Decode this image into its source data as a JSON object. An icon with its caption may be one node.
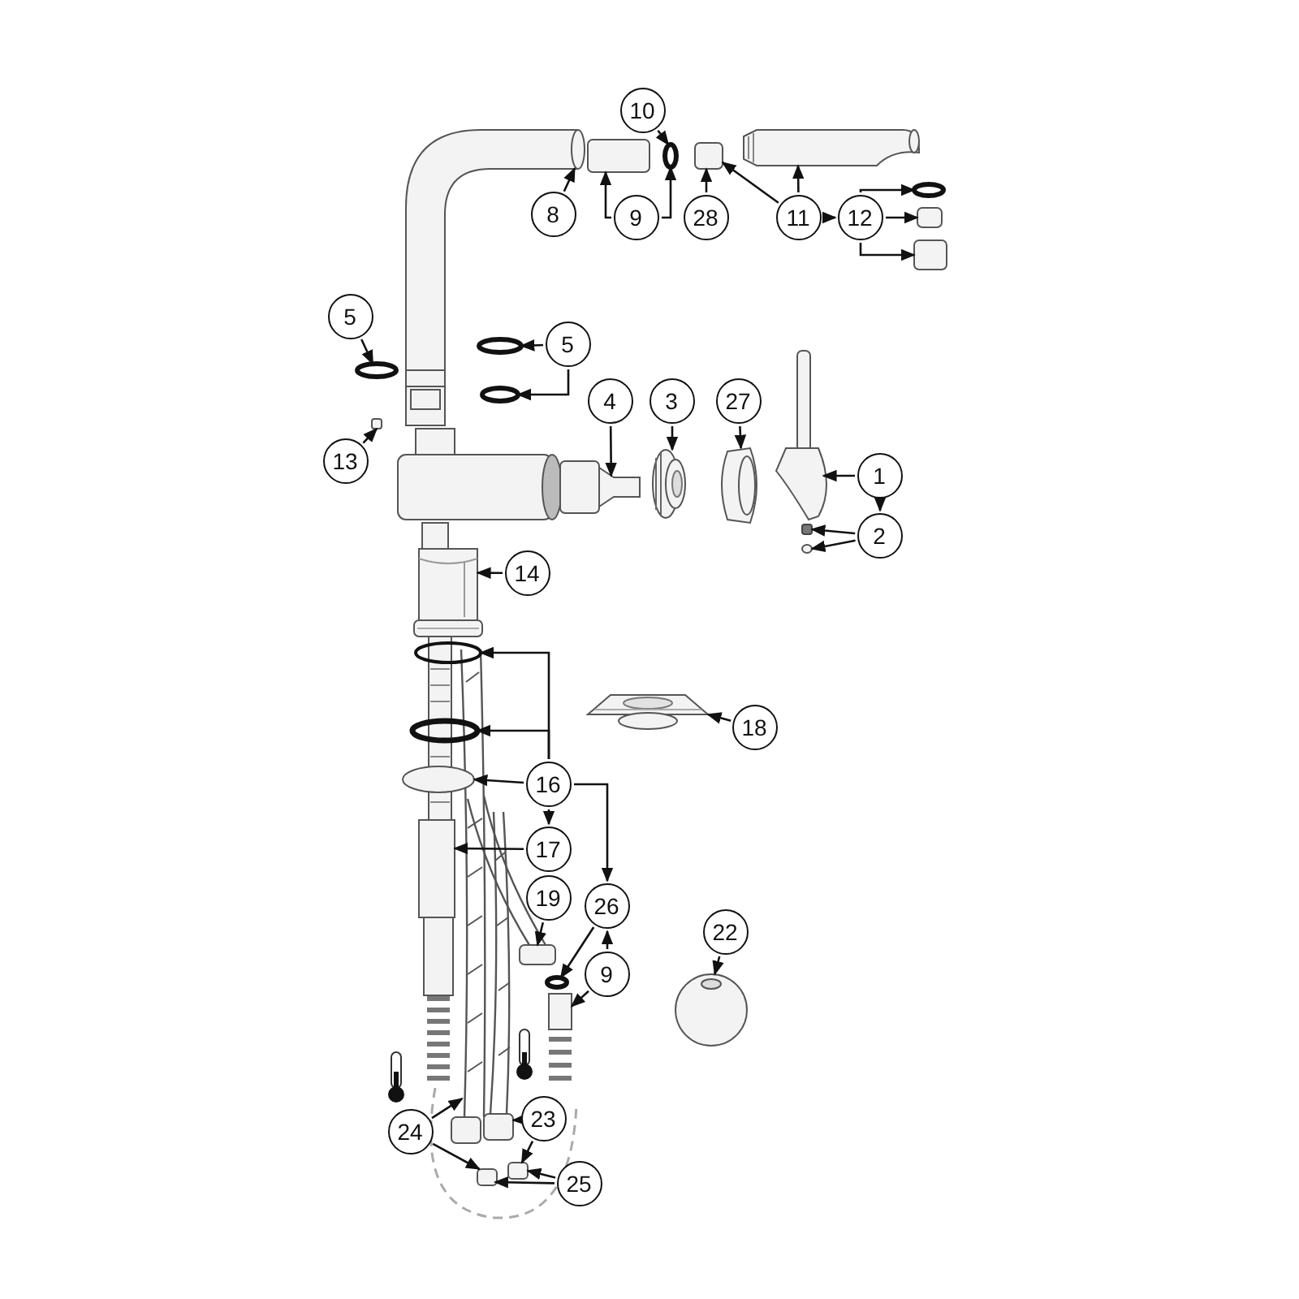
{
  "diagram": {
    "nodes": [
      {
        "text": [
          "10"
        ]
      },
      {
        "text": [
          "8"
        ]
      },
      {
        "text": [
          "9"
        ]
      },
      {
        "text": [
          "28"
        ]
      },
      {
        "text": [
          "11"
        ]
      },
      {
        "text": [
          "12"
        ]
      },
      {
        "text": [
          "5"
        ]
      },
      {
        "text": [
          "5"
        ]
      },
      {
        "text": [
          "4"
        ]
      },
      {
        "text": [
          "3"
        ]
      },
      {
        "text": [
          "27"
        ]
      },
      {
        "text": [
          "13"
        ]
      },
      {
        "text": [
          "1"
        ]
      },
      {
        "text": [
          "2"
        ]
      },
      {
        "text": [
          "14"
        ]
      },
      {
        "text": [
          "18"
        ]
      },
      {
        "text": [
          "16"
        ]
      },
      {
        "text": [
          "17"
        ]
      },
      {
        "text": [
          "19"
        ]
      },
      {
        "text": [
          "26"
        ]
      },
      {
        "text": [
          "9"
        ]
      },
      {
        "text": [
          "22"
        ]
      },
      {
        "text": [
          "24"
        ]
      },
      {
        "text": [
          "23"
        ]
      },
      {
        "text": [
          "25"
        ]
      },
      {
        "text": [],
        "shape": "picture"
      },
      {
        "text": [],
        "shape": "box"
      },
      {
        "text": [],
        "shape": "circle"
      },
      {
        "text": [],
        "shape": "box"
      },
      {
        "text": [],
        "shape": "picture"
      },
      {
        "text": [],
        "shape": "circle"
      },
      {
        "text": [],
        "shape": "box"
      },
      {
        "text": [],
        "shape": "box"
      },
      {
        "text": [],
        "shape": "circle"
      },
      {
        "text": [],
        "shape": "circle"
      },
      {
        "text": [],
        "shape": "circle"
      },
      {
        "text": [],
        "shape": "box"
      },
      {
        "text": [],
        "shape": "picture"
      },
      {
        "text": [],
        "shape": "picture"
      },
      {
        "text": [],
        "shape": "picture"
      },
      {
        "text": [],
        "shape": "picture"
      },
      {
        "text": [],
        "shape": "box"
      },
      {
        "text": [],
        "shape": "circle"
      },
      {
        "text": [],
        "shape": "picture"
      },
      {
        "text": [],
        "shape": "circle"
      },
      {
        "text": [],
        "shape": "circle"
      },
      {
        "text": [],
        "shape": "circle"
      },
      {
        "text": [],
        "shape": "picture"
      },
      {
        "text": [],
        "shape": "picture"
      },
      {
        "text": [],
        "shape": "box"
      },
      {
        "text": [],
        "shape": "circle"
      },
      {
        "text": [],
        "shape": "picture"
      },
      {
        "text": [],
        "shape": "picture"
      },
      {
        "text": [],
        "shape": "picture"
      },
      {
        "text": [],
        "shape": "picture"
      },
      {
        "text": [],
        "shape": "box"
      },
      {
        "text": [],
        "shape": "box"
      }
    ],
    "edges": [
      {
        "from": 0,
        "to": 27,
        "arrow": "to"
      },
      {
        "from": 1,
        "to": 25,
        "arrow": "to"
      },
      {
        "from": 2,
        "to": 26,
        "arrow": "to"
      },
      {
        "from": 2,
        "to": 27,
        "arrow": "to"
      },
      {
        "from": 3,
        "to": 28,
        "arrow": "to"
      },
      {
        "from": 4,
        "to": 29,
        "arrow": "to"
      },
      {
        "from": 4,
        "to": 28,
        "arrow": "to"
      },
      {
        "from": 4,
        "to": 5,
        "arrow": "to"
      },
      {
        "from": 5,
        "to": 30,
        "arrow": "to"
      },
      {
        "from": 5,
        "to": 31,
        "arrow": "to"
      },
      {
        "from": 5,
        "to": 32,
        "arrow": "to"
      },
      {
        "from": 6,
        "to": 33,
        "arrow": "to"
      },
      {
        "from": 7,
        "to": 34,
        "arrow": "to"
      },
      {
        "from": 7,
        "to": 35,
        "arrow": "to"
      },
      {
        "from": 8,
        "to": 37,
        "arrow": "to"
      },
      {
        "from": 9,
        "to": 38,
        "arrow": "to"
      },
      {
        "from": 10,
        "to": 39,
        "arrow": "to"
      },
      {
        "from": 11,
        "to": 36,
        "arrow": "to"
      },
      {
        "from": 12,
        "to": 40,
        "arrow": "to"
      },
      {
        "from": 12,
        "to": 13,
        "arrow": "to"
      },
      {
        "from": 13,
        "to": 41,
        "arrow": "to"
      },
      {
        "from": 13,
        "to": 42,
        "arrow": "to"
      },
      {
        "from": 14,
        "to": 43,
        "arrow": "to"
      },
      {
        "from": 15,
        "to": 47,
        "arrow": "to"
      },
      {
        "from": 16,
        "to": 44,
        "arrow": "to"
      },
      {
        "from": 16,
        "to": 45,
        "arrow": "to"
      },
      {
        "from": 16,
        "to": 46,
        "arrow": "to"
      },
      {
        "from": 16,
        "to": 17,
        "arrow": "to"
      },
      {
        "from": 16,
        "to": 19,
        "arrow": "to"
      },
      {
        "from": 17,
        "to": 48,
        "arrow": "to"
      },
      {
        "from": 18,
        "to": 49,
        "arrow": "to"
      },
      {
        "from": 19,
        "to": 50,
        "arrow": "to"
      },
      {
        "from": 20,
        "to": 19,
        "arrow": "to"
      },
      {
        "from": 20,
        "to": 51,
        "arrow": "to"
      },
      {
        "from": 21,
        "to": 52,
        "arrow": "to"
      },
      {
        "from": 22,
        "to": 53,
        "arrow": "to"
      },
      {
        "from": 22,
        "to": 55,
        "arrow": "to"
      },
      {
        "from": 23,
        "to": 54,
        "arrow": "to"
      },
      {
        "from": 23,
        "to": 56,
        "arrow": "to"
      },
      {
        "from": 24,
        "to": 56,
        "arrow": "to"
      },
      {
        "from": 24,
        "to": 55,
        "arrow": "to"
      }
    ]
  }
}
